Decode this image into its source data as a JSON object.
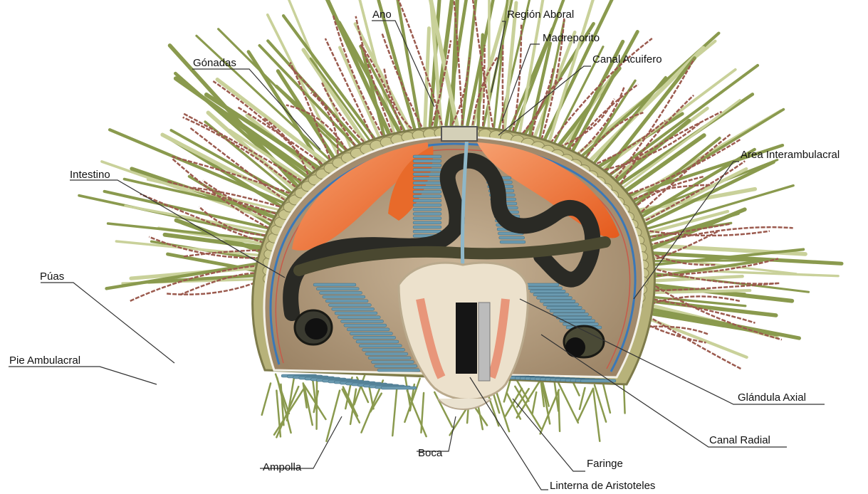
{
  "labels": {
    "ano": "Ano",
    "region_aboral": "Región Aboral",
    "madreporito": "Madreporito",
    "canal_acuifero": "Canal Acuifero",
    "gonadas": "Gónadas",
    "area_interambulacral": "Area Interambulacral",
    "intestino": "Intestino",
    "puas": "Púas",
    "pie_ambulacral": "Pie Ambulacral",
    "glandula_axial": "Glándula Axial",
    "canal_radial": "Canal Radial",
    "ampolla": "Ampolla",
    "boca": "Boca",
    "faringe": "Faringe",
    "linterna": "Linterna de Aristoteles"
  },
  "colors": {
    "spine": "#8a9a4e",
    "spine_light": "#c9d19a",
    "tube_foot": "#9b5a4e",
    "test_plate": "#c8c48c",
    "body_cavity": "#bfa88a",
    "gonad": "#f07a3a",
    "intestine": "#2a2a25",
    "ampulla": "#6a9ab0",
    "canal": "#3a78b8",
    "lantern": "#e8dcc8"
  }
}
